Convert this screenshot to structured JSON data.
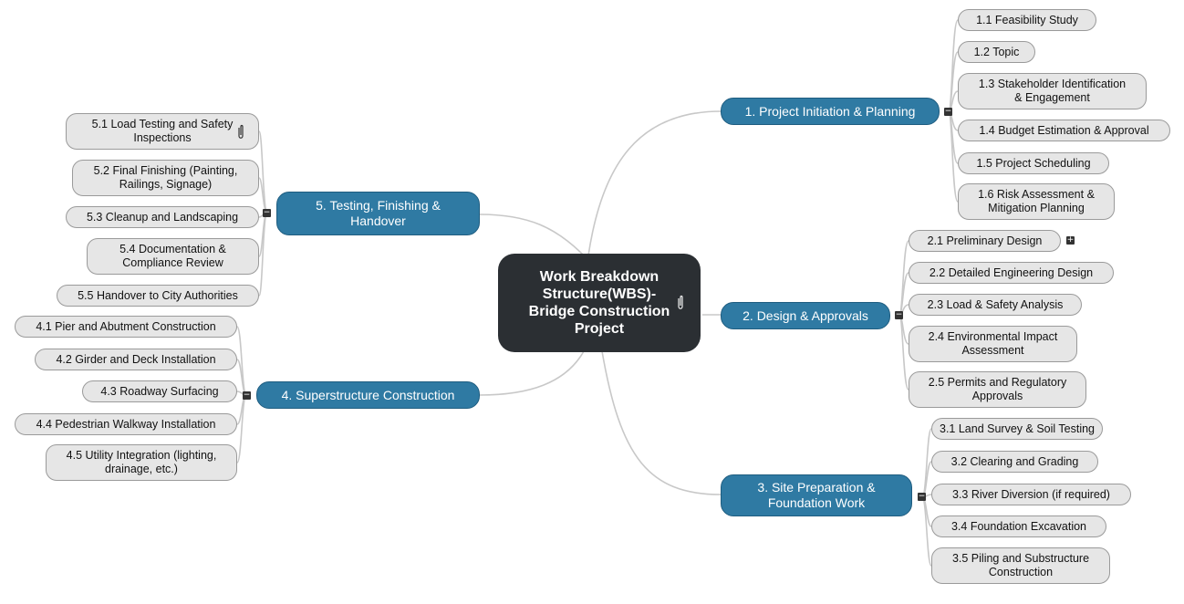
{
  "central": {
    "title": "Work Breakdown\nStructure(WBS)-\nBridge Construction\nProject"
  },
  "branches": [
    {
      "label": "1. Project Initiation & Planning",
      "children": [
        "1.1 Feasibility Study",
        "1.2 Topic",
        "1.3  Stakeholder Identification\n& Engagement",
        "1.4 Budget Estimation & Approval",
        "1.5 Project Scheduling",
        "1.6       Risk Assessment &\nMitigation Planning"
      ]
    },
    {
      "label": "2. Design & Approvals",
      "children": [
        "2.1 Preliminary Design",
        "2.2 Detailed Engineering Design",
        "2.3 Load & Safety Analysis",
        "2.4  Environmental Impact\nAssessment",
        "2.5  Permits and Regulatory\nApprovals"
      ]
    },
    {
      "label": "3.       Site Preparation &\nFoundation Work",
      "children": [
        "3.1 Land Survey & Soil Testing",
        "3.2 Clearing and Grading",
        "3.3 River Diversion (if required)",
        "3.4 Foundation Excavation",
        "3.5 Piling and Substructure\nConstruction"
      ]
    },
    {
      "label": "4. Superstructure Construction",
      "children": [
        "4.1 Pier and Abutment Construction",
        "4.2 Girder and Deck Installation",
        "4.3 Roadway Surfacing",
        "4.4 Pedestrian Walkway Installation",
        "4.5 Utility Integration (lighting,\ndrainage, etc.)"
      ]
    },
    {
      "label": "5.       Testing, Finishing &\nHandover",
      "children": [
        "5.1 Load Testing and Safety\nInspections",
        "5.2 Final Finishing (Painting,\nRailings, Signage)",
        "5.3 Cleanup and Landscaping",
        "5.4       Documentation &\nCompliance Review",
        "5.5 Handover to City Authorities"
      ]
    }
  ],
  "toggles": {
    "collapse": "−",
    "expand": "+"
  },
  "colors": {
    "central": "#2b2f33",
    "branch": "#2f7aa3",
    "leaf": "#e6e6e6",
    "connector": "#c8c8c8"
  }
}
